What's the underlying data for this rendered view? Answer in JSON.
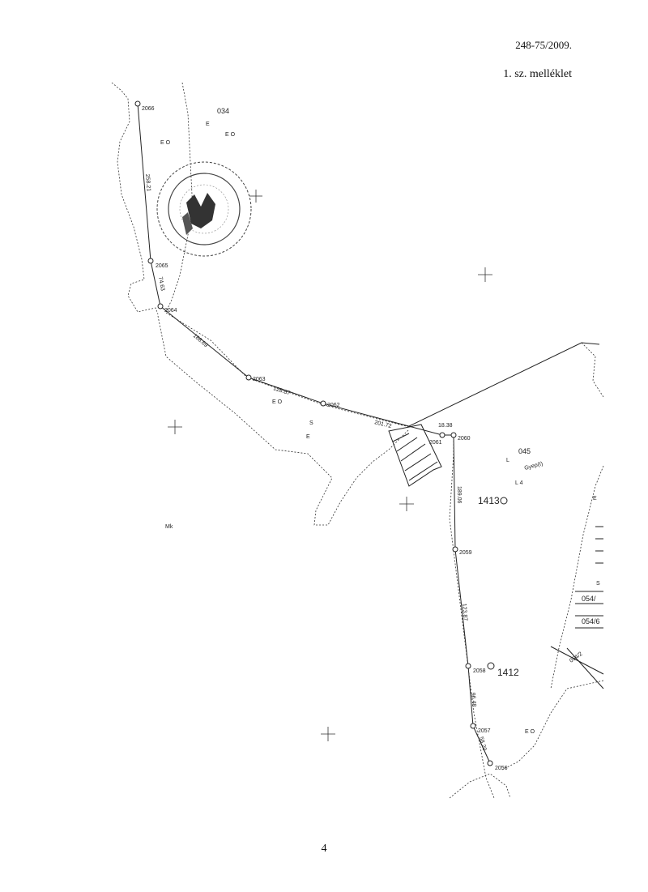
{
  "header": {
    "reference": "248-75/2009.",
    "annex": "1. sz. melléklet"
  },
  "page_number": "4",
  "map": {
    "points": [
      {
        "id": "2066",
        "label": "2066"
      },
      {
        "id": "2065",
        "label": "2065"
      },
      {
        "id": "2064",
        "label": "2064"
      },
      {
        "id": "2063",
        "label": "2063"
      },
      {
        "id": "2062",
        "label": "2062"
      },
      {
        "id": "2061",
        "label": "2061"
      },
      {
        "id": "2060",
        "label": "2060"
      },
      {
        "id": "2059",
        "label": "2059"
      },
      {
        "id": "2058",
        "label": "2058"
      },
      {
        "id": "2057",
        "label": "2057"
      },
      {
        "id": "2056",
        "label": "2056"
      }
    ],
    "distances": {
      "d1": "258.21",
      "d2": "74.63",
      "d3": "188.69",
      "d4": "128.87",
      "d5": "201.72",
      "d6": "18.38",
      "d7": "189.06",
      "d8": "123.87",
      "d9": "96.48",
      "d10": "58.20"
    },
    "parcels": {
      "p1": "034",
      "p2": "045",
      "p3": "1413",
      "p4": "1412",
      "p5": "054/",
      "p6": "054/6",
      "p7": "Gyep(I)"
    },
    "codes": {
      "eo1": "E O",
      "eo2": "E O",
      "eo3": "E O",
      "eo4": "E O",
      "e1": "E",
      "e2": "E",
      "e3": "E",
      "s1": "S",
      "s2": "S",
      "l1": "L",
      "l4": "L 4",
      "mk": "Mk",
      "road": "054/2"
    }
  }
}
